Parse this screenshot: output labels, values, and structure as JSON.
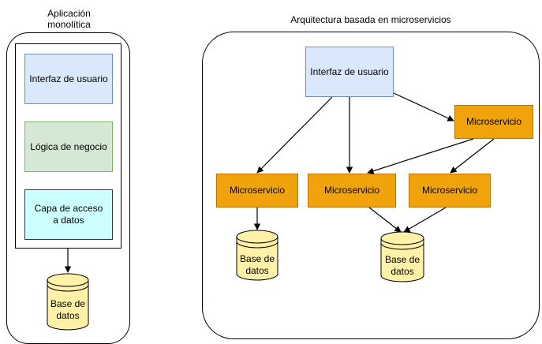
{
  "monolith": {
    "title_line1": "Aplicación",
    "title_line2": "monolítica",
    "layers": {
      "ui": "Interfaz de usuario",
      "logic": "Lógica de negocio",
      "data_access_line1": "Capa de acceso",
      "data_access_line2": "a datos"
    },
    "database_line1": "Base de",
    "database_line2": "datos"
  },
  "microservices": {
    "title": "Arquitectura basada en microservicios",
    "ui": "Interfaz de usuario",
    "service_top": "Microservicio",
    "service_left": "Microservicio",
    "service_center": "Microservicio",
    "service_right": "Microservicio",
    "db_left_line1": "Base de",
    "db_left_line2": "datos",
    "db_right_line1": "Base de",
    "db_right_line2": "datos"
  },
  "colors": {
    "ui_fill": "#dae8fc",
    "logic_fill": "#d5e8d4",
    "data_access_fill": "#ccffff",
    "service_fill": "#f0a30a",
    "database_fill": "#fff2a8"
  }
}
